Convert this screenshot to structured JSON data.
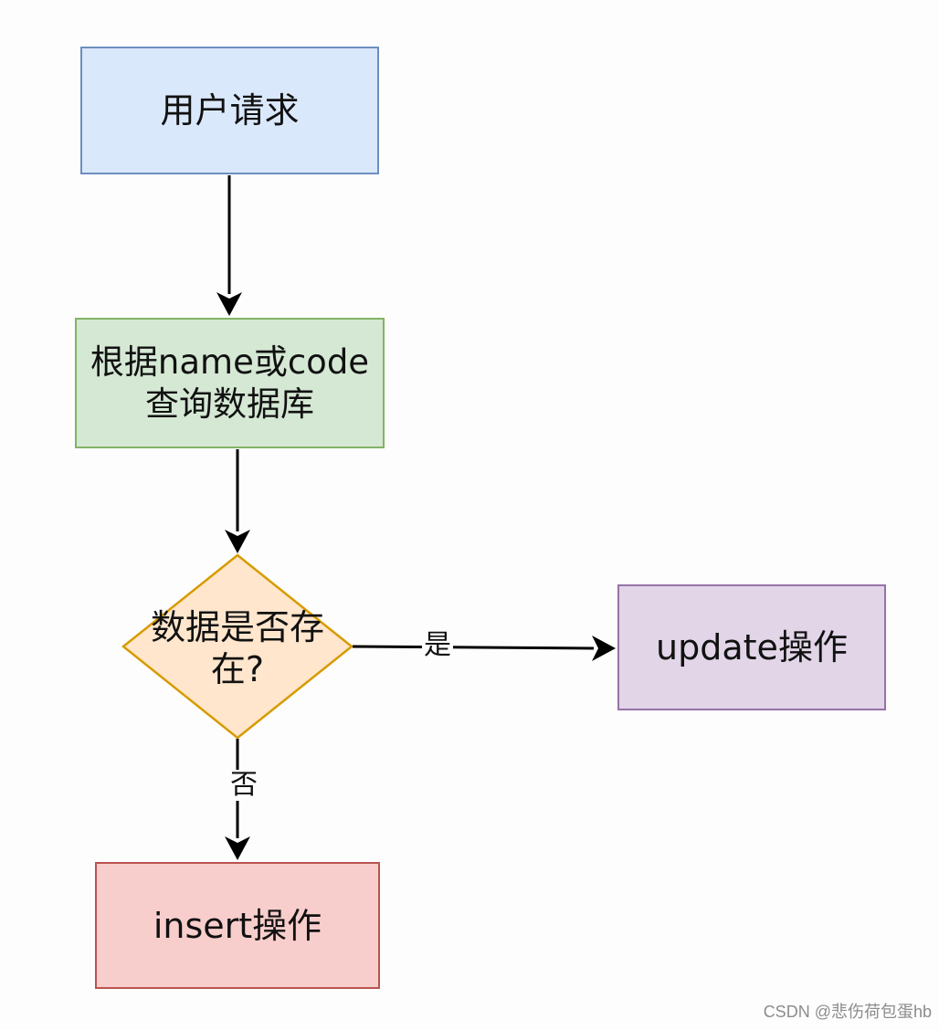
{
  "nodes": {
    "request": {
      "label": "用户请求"
    },
    "query": {
      "line1": "根据name或code",
      "line2": "查询数据库"
    },
    "decision": {
      "line1": "数据是否存",
      "line2": "在?"
    },
    "update": {
      "label": "update操作"
    },
    "insert": {
      "label": "insert操作"
    }
  },
  "edges": {
    "yes_label": "是",
    "no_label": "否"
  },
  "watermark": "CSDN @悲伤荷包蛋hb",
  "colors": {
    "request_fill": "#dae8fc",
    "request_stroke": "#6c8ebf",
    "query_fill": "#d5e8d4",
    "query_stroke": "#82b366",
    "decision_fill": "#ffe6cc",
    "decision_stroke": "#d79b00",
    "update_fill": "#e1d5e7",
    "update_stroke": "#9673a6",
    "insert_fill": "#f8cecc",
    "insert_stroke": "#b85450",
    "edge": "#000000"
  }
}
